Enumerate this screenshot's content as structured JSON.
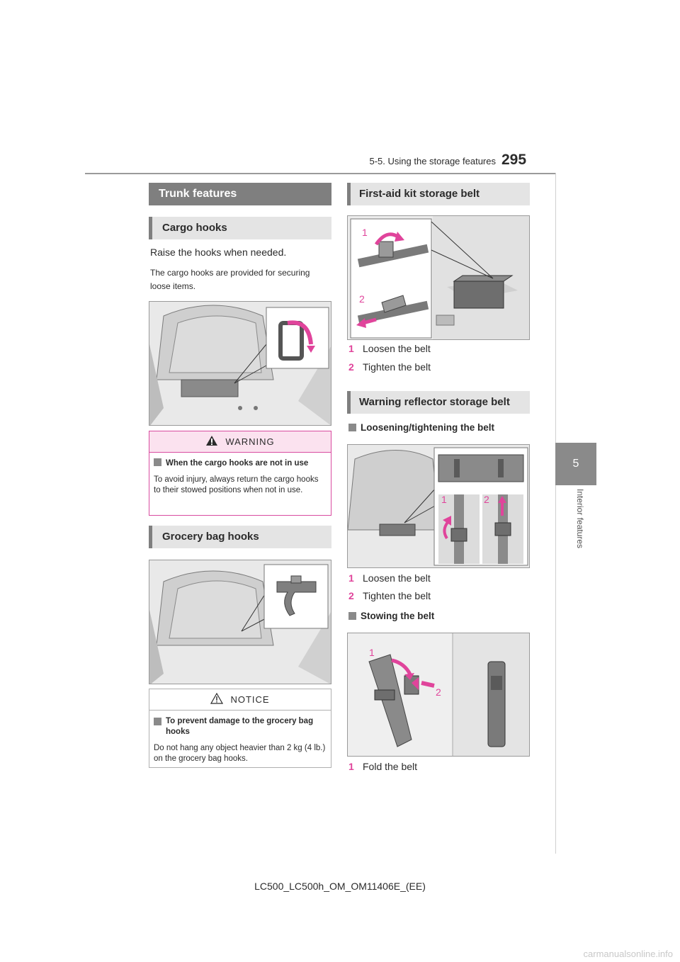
{
  "header": {
    "section": "5-5. Using the storage features",
    "page_number": "295"
  },
  "side_tab": {
    "chapter_number": "5",
    "chapter_title": "Interior features"
  },
  "left": {
    "main_title": "Trunk features",
    "cargo_hooks": {
      "title": "Cargo hooks",
      "text1": "Raise the hooks when needed.",
      "text2": "The cargo hooks are provided for securing loose items."
    },
    "warning": {
      "label": "WARNING",
      "heading": "When the cargo hooks are not in use",
      "body": "To avoid injury, always return the cargo hooks to their stowed positions when not in use."
    },
    "grocery": {
      "title": "Grocery bag hooks"
    },
    "notice": {
      "label": "NOTICE",
      "heading": "To prevent damage to the grocery bag hooks",
      "body": "Do not hang any object heavier than 2 kg (4 lb.) on the grocery bag hooks."
    }
  },
  "right": {
    "first_aid": {
      "title": "First-aid kit storage belt",
      "fig_labels": [
        "1",
        "2"
      ],
      "steps": [
        {
          "num": "1",
          "text": "Loosen the belt"
        },
        {
          "num": "2",
          "text": "Tighten the belt"
        }
      ]
    },
    "reflector": {
      "title": "Warning reflector storage belt",
      "loosen_heading": "Loosening/tightening the belt",
      "fig_labels": [
        "1",
        "2"
      ],
      "steps": [
        {
          "num": "1",
          "text": "Loosen the belt"
        },
        {
          "num": "2",
          "text": "Tighten the belt"
        }
      ],
      "stow_heading": "Stowing the belt",
      "stow_fig_labels": [
        "1",
        "2"
      ],
      "stow_steps": [
        {
          "num": "1",
          "text": "Fold the belt"
        }
      ]
    }
  },
  "footer": {
    "doc_code": "LC500_LC500h_OM_OM11406E_(EE)"
  },
  "watermark": "carmanualsonline.info",
  "colors": {
    "accent": "#e0449b",
    "header_gray": "#7f7f7f",
    "sub_gray": "#e4e4e4",
    "warning_border": "#d94ca0"
  }
}
